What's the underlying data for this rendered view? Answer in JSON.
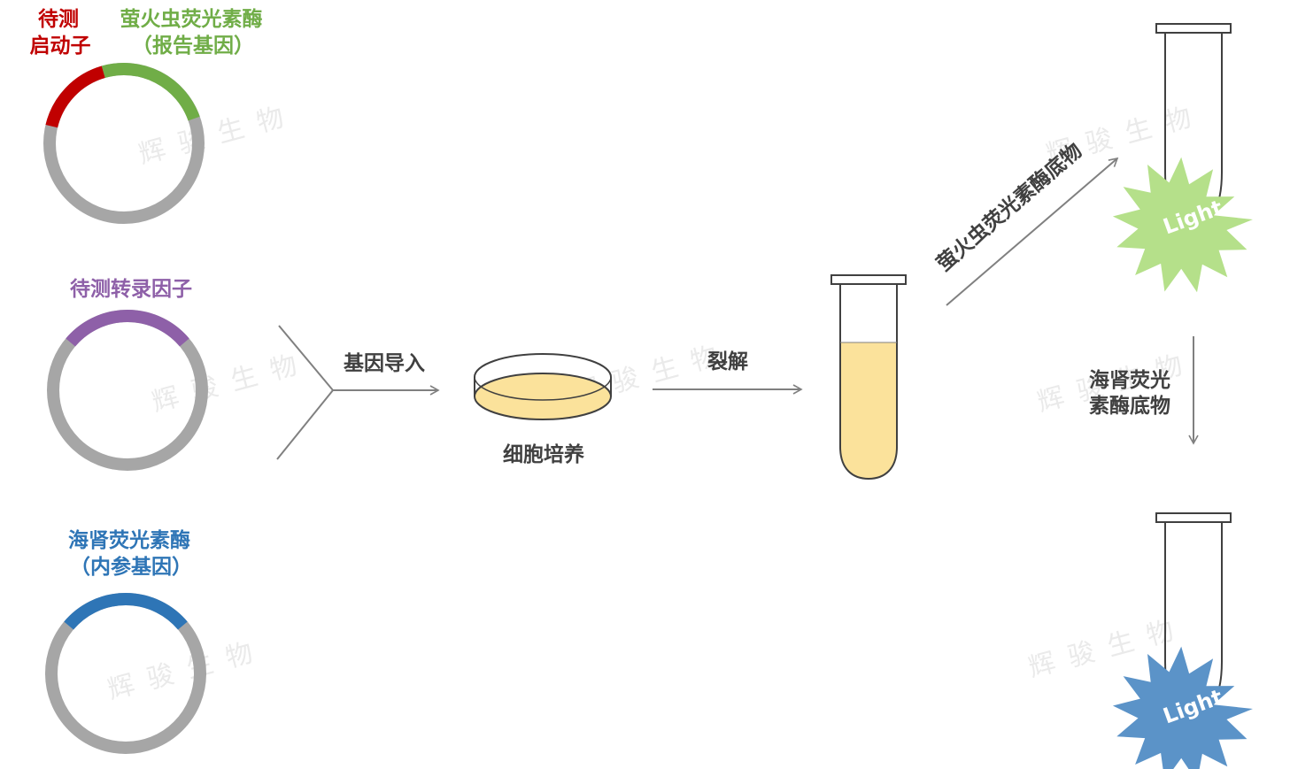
{
  "plasmids": {
    "firefly_promoter_label_line1": "待测",
    "firefly_promoter_label_line2": "启动子",
    "firefly_reporter_label_line1": "萤火虫荧光素酶",
    "firefly_reporter_label_line2": "（报告基因）",
    "transcription_factor_label": "待测转录因子",
    "renilla_label_line1": "海肾荧光素酶",
    "renilla_label_line2": "（内参基因）"
  },
  "steps": {
    "gene_import": "基因导入",
    "cell_culture": "细胞培养",
    "lysis": "裂解",
    "firefly_substrate": "萤火虫荧光素酶底物",
    "renilla_substrate_line1": "海肾荧光",
    "renilla_substrate_line2": "素酶底物"
  },
  "light_label": "Light",
  "watermark": "辉骏生物",
  "colors": {
    "red": "#c00000",
    "green": "#70ad47",
    "purple": "#8e60a8",
    "blue": "#2e75b6",
    "gray": "#a6a6a6",
    "medium": "#fbe29b",
    "burst_green": "#b5e08a",
    "burst_blue": "#5b93c8",
    "arrow": "#808080"
  }
}
